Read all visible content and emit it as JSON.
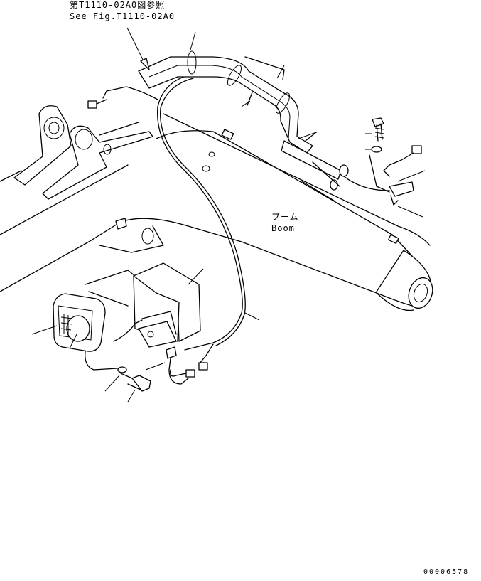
{
  "reference": {
    "japanese": "第T1110-02A0図参照",
    "english": "See Fig.T1110-02A0"
  },
  "boom_label": {
    "japanese": "ブーム",
    "english": "Boom"
  },
  "drawing_number": "00006578"
}
